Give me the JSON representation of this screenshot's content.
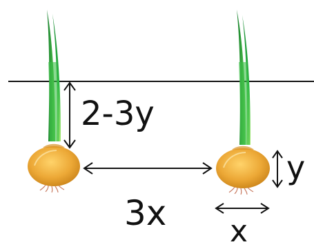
{
  "labels": {
    "planting_depth": "2-3y",
    "spacing": "3x",
    "bulb_height": "y",
    "bulb_width": "x"
  },
  "colors": {
    "bulb": "#e9a22f",
    "bulb_highlight": "#ffd36a",
    "leaf_dark": "#1a9a36",
    "leaf_light": "#8fe06a",
    "line": "#111111",
    "roots": "#c87a60"
  }
}
